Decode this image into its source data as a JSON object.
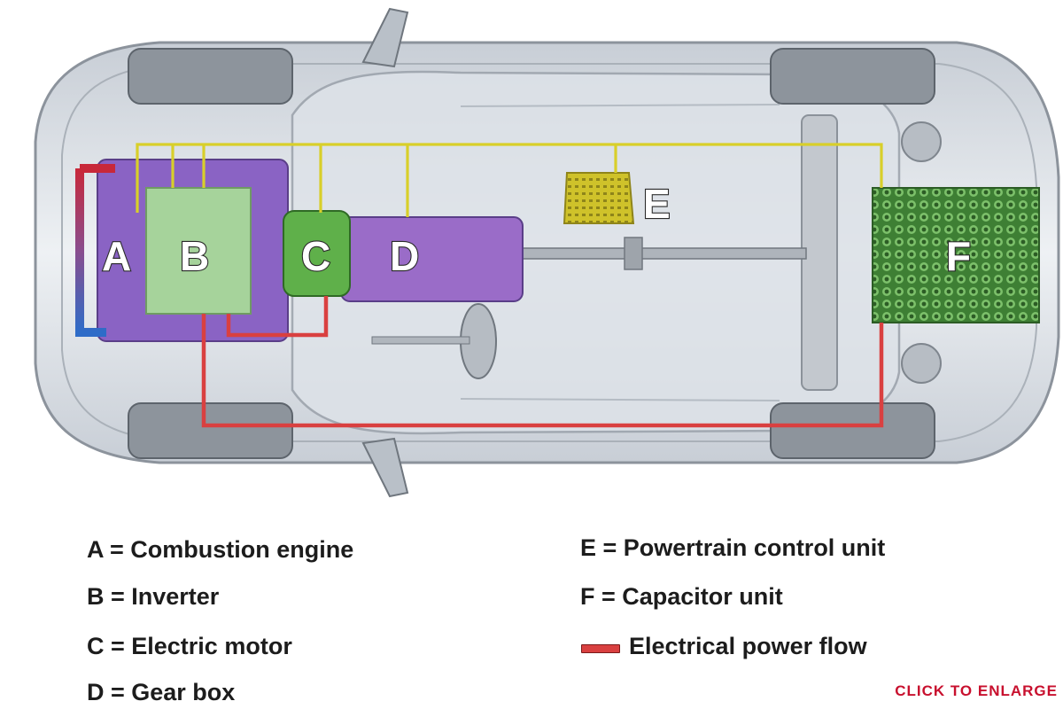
{
  "components": [
    {
      "letter": "A",
      "name": "Combustion engine",
      "color": "#8a63c4"
    },
    {
      "letter": "B",
      "name": "Inverter",
      "color": "#a8d89a"
    },
    {
      "letter": "C",
      "name": "Electric motor",
      "color": "#5fb04a"
    },
    {
      "letter": "D",
      "name": "Gear box",
      "color": "#9a6cc8"
    },
    {
      "letter": "E",
      "name": "Powertrain control unit",
      "color": "#d7cc2a"
    },
    {
      "letter": "F",
      "name": "Capacitor unit",
      "color": "#4f9a3e"
    }
  ],
  "legend": {
    "a": "A = Combustion engine",
    "b": "B = Inverter",
    "c": "C = Electric motor",
    "d": "D = Gear box",
    "e": "E = Powertrain control unit",
    "f": "F = Capacitor unit",
    "power_flow": "Electrical power flow"
  },
  "power_flow_color": "#d94040",
  "signal_line_color": "#d8cf2a",
  "click_to_enlarge": "CLICK TO ENLARGE"
}
